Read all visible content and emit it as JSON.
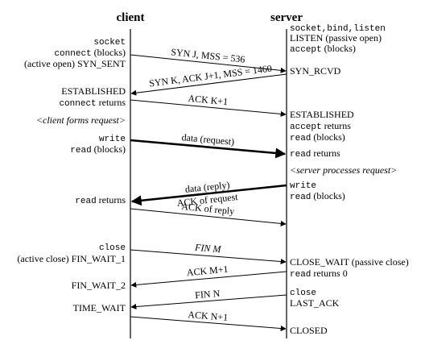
{
  "headers": {
    "client": "client",
    "server": "server"
  },
  "client_labels": {
    "socket": "socket",
    "connect_blocks_mono": "connect",
    "connect_blocks_rest": " (blocks)",
    "active_open": "(active open) SYN_SENT",
    "established": "ESTABLISHED",
    "connect_returns_mono": "connect",
    "connect_returns_rest": " returns",
    "client_forms": "<client forms request>",
    "write": "write",
    "read_blocks_mono": "read",
    "read_blocks_rest": " (blocks)",
    "read_returns_mono": "read",
    "read_returns_rest": " returns",
    "close": "close",
    "active_close": "(active close)  FIN_WAIT_1",
    "fin_wait_2": "FIN_WAIT_2",
    "time_wait": "TIME_WAIT"
  },
  "server_labels": {
    "socket_bind_listen": "socket,bind,listen",
    "listen": "LISTEN  (passive open)",
    "accept_blocks_mono": "accept",
    "accept_blocks_rest": " (blocks)",
    "syn_rcvd": "SYN_RCVD",
    "established": "ESTABLISHED",
    "accept_returns_mono": "accept",
    "accept_returns_rest": " returns",
    "read_blocks_mono": "read",
    "read_blocks_rest": " (blocks)",
    "read_returns_mono": "read",
    "read_returns_rest": " returns",
    "server_processes": "<server processes request>",
    "write": "write",
    "read_blocks2_mono": "read",
    "read_blocks2_rest": " (blocks)",
    "close_wait": "CLOSE_WAIT  (passive close)",
    "read_returns0_mono": "read",
    "read_returns0_rest": " returns 0",
    "close": "close",
    "last_ack": "LAST_ACK",
    "closed": "CLOSED"
  },
  "messages": {
    "syn": "SYN J, MSS = 536",
    "syn_ack": "SYN K, ACK J+1, MSS = 1460",
    "ack_k": "ACK K+1",
    "data_request": "data (request)",
    "data_reply": "data (reply)",
    "ack_request": "ACK of request",
    "ack_reply": "ACK of reply",
    "fin_m": "FIN M",
    "ack_m": "ACK M+1",
    "fin_n": "FIN N",
    "ack_n": "ACK N+1"
  }
}
